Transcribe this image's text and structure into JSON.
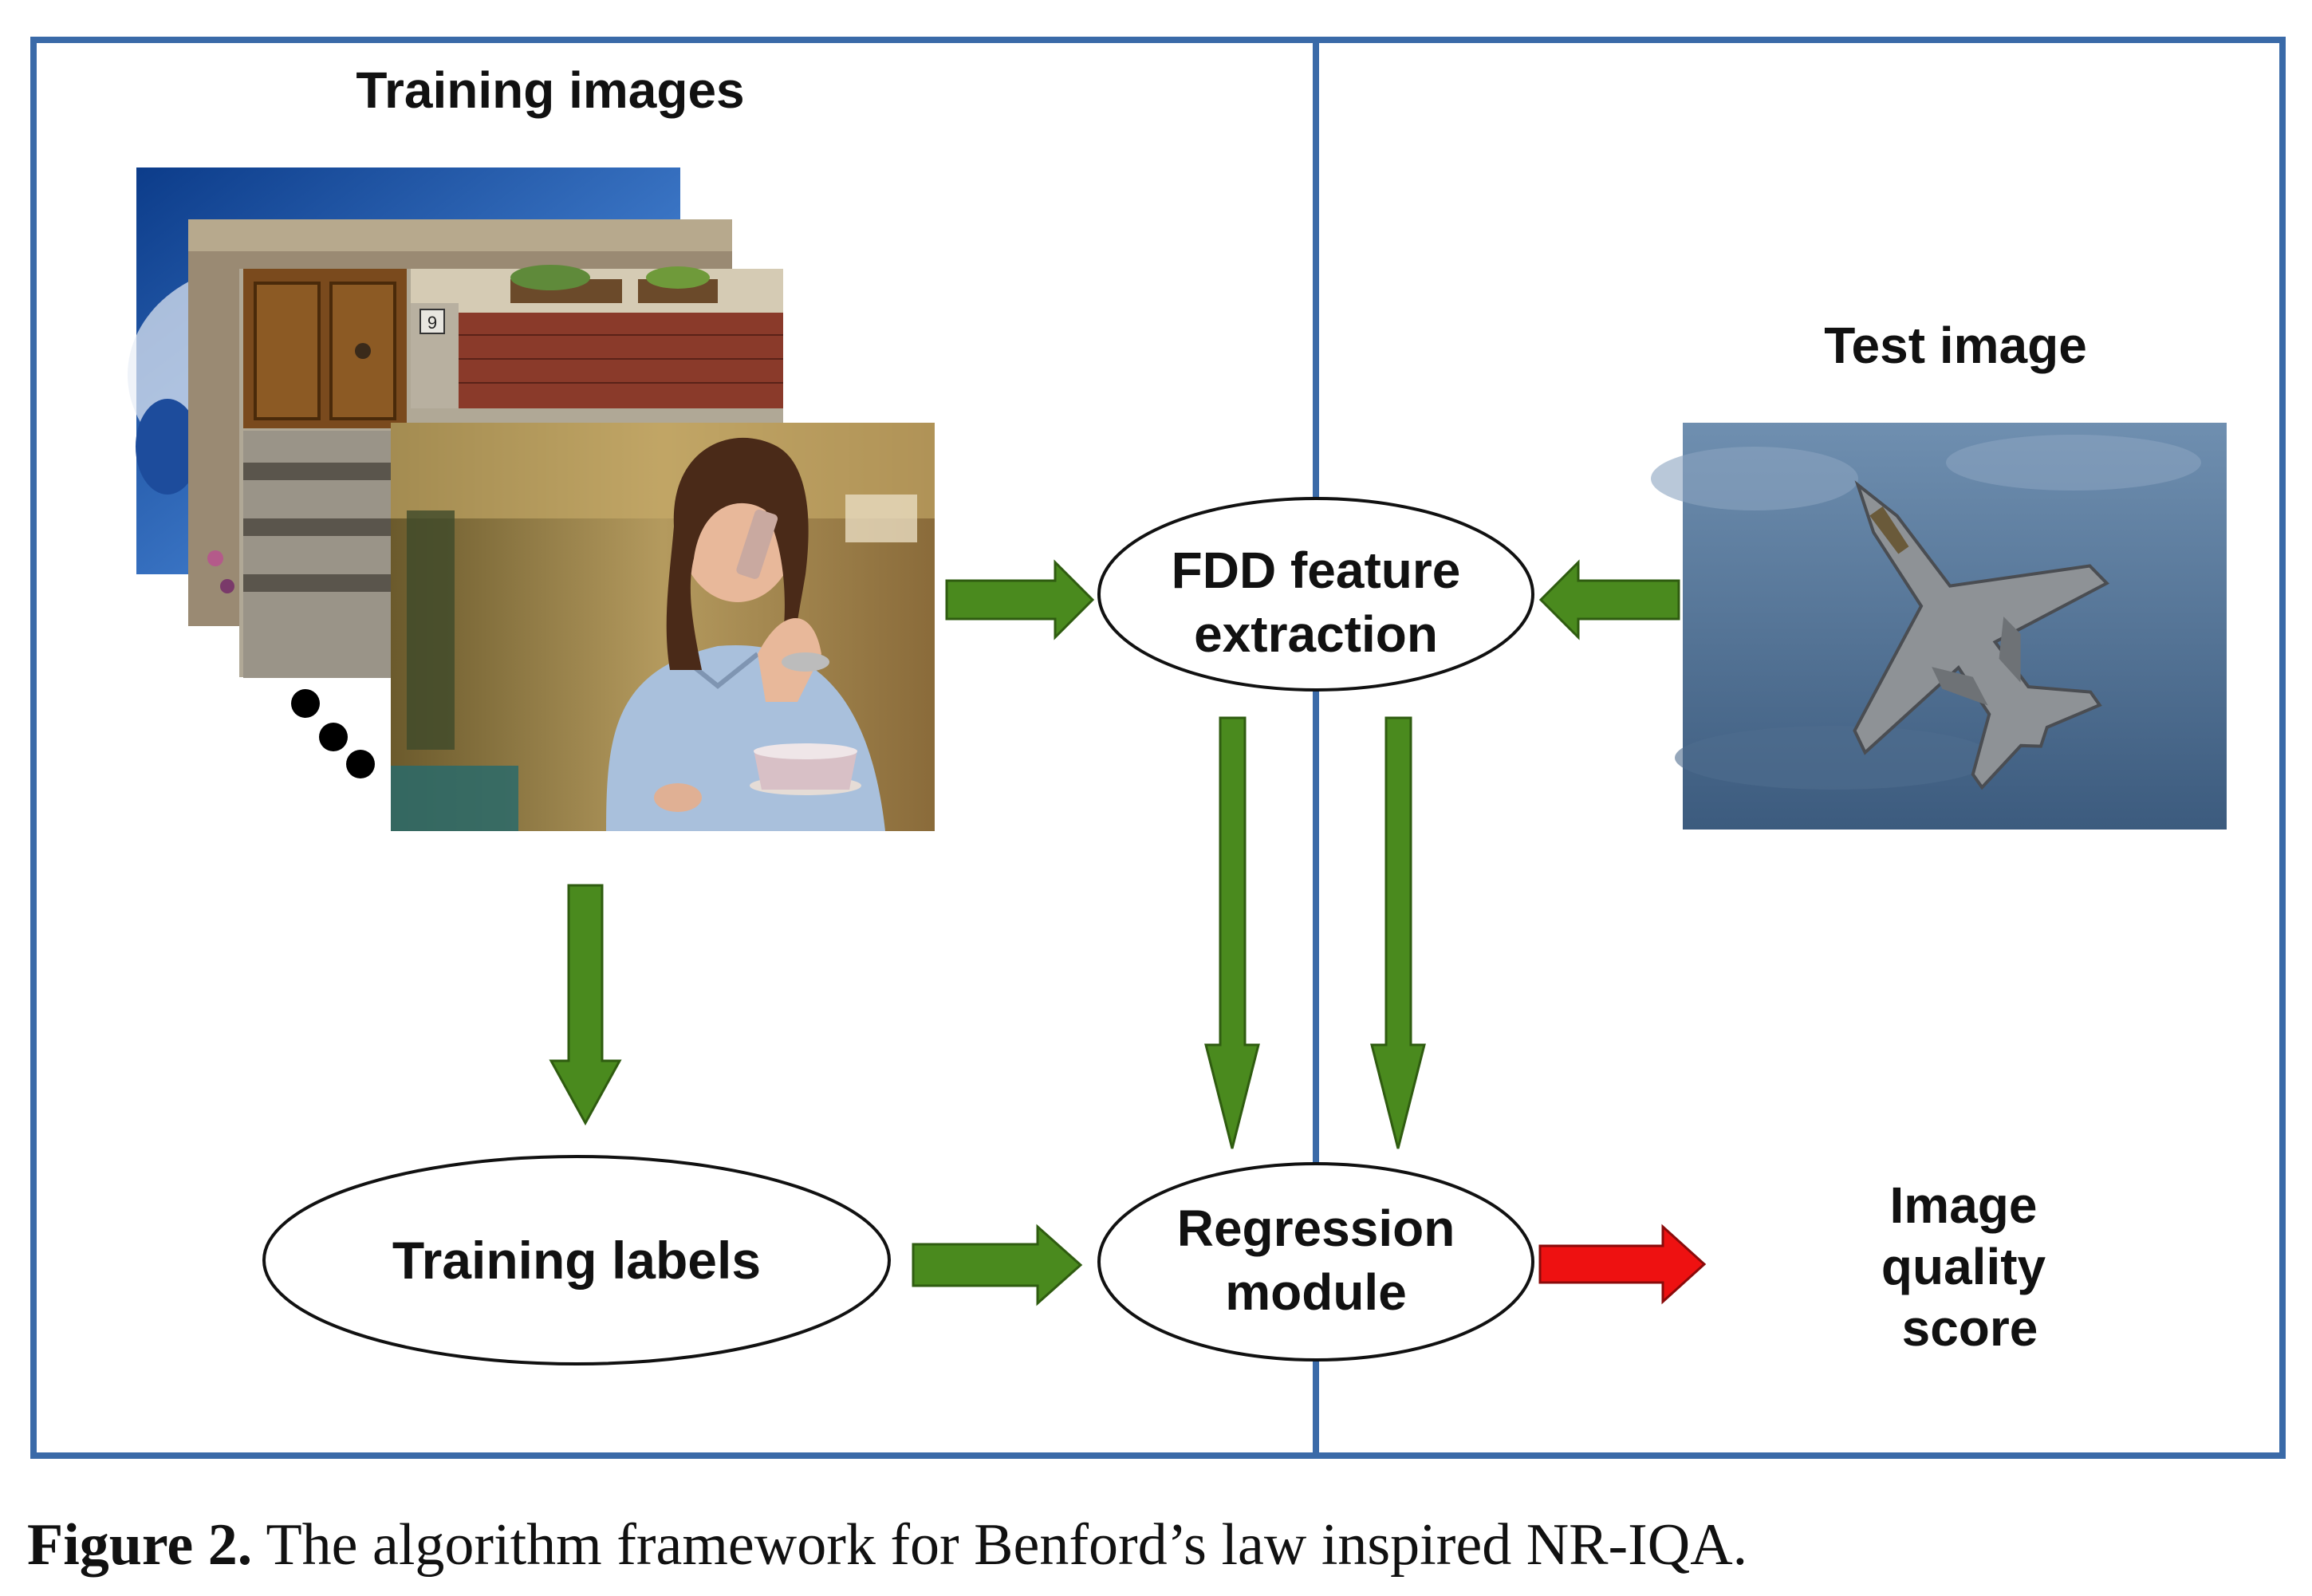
{
  "headings": {
    "training_images": "Training images",
    "test_image": "Test image"
  },
  "nodes": {
    "fdd_line1": "FDD feature",
    "fdd_line2": "extraction",
    "training_labels": "Training labels",
    "regression_line1": "Regression",
    "regression_line2": "module",
    "score_line1": "Image",
    "score_line2": "quality",
    "score_line3": "score"
  },
  "house_number": "9",
  "caption": {
    "label": "Figure 2.",
    "text": "The algorithm framework for Benford’s law inspired NR-IQA."
  },
  "colors": {
    "frame": "#3a6aa8",
    "arrow_green": "#4a8a1e",
    "arrow_red": "#ee1111"
  }
}
